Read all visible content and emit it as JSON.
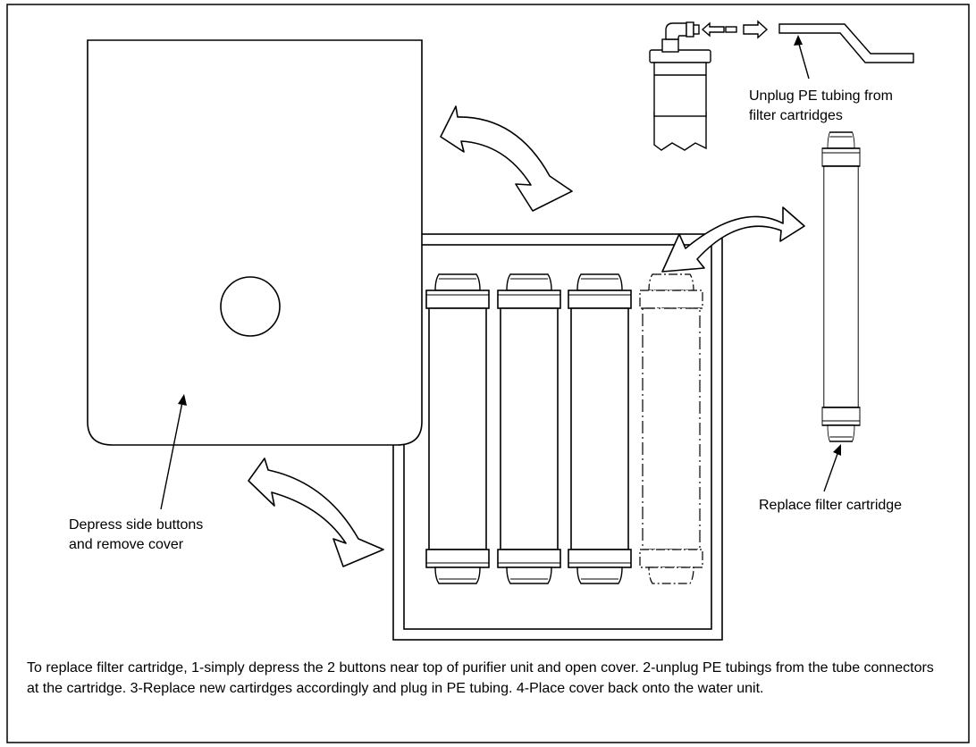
{
  "labels": {
    "unplug": [
      "Unplug PE tubing from",
      "filter cartridges"
    ],
    "replace": "Replace filter cartridge",
    "depress": [
      "Depress side buttons",
      "and remove cover"
    ]
  },
  "instructions": "To replace filter cartridge, 1-simply depress the 2 buttons near top of purifier unit and open cover. 2-unplug PE tubings from the tube connectors at the cartridge. 3-Replace new cartirdges accordingly and plug in PE tubing.  4-Place cover back onto the water unit.",
  "colors": {
    "line": "#000000",
    "background": "#ffffff"
  }
}
